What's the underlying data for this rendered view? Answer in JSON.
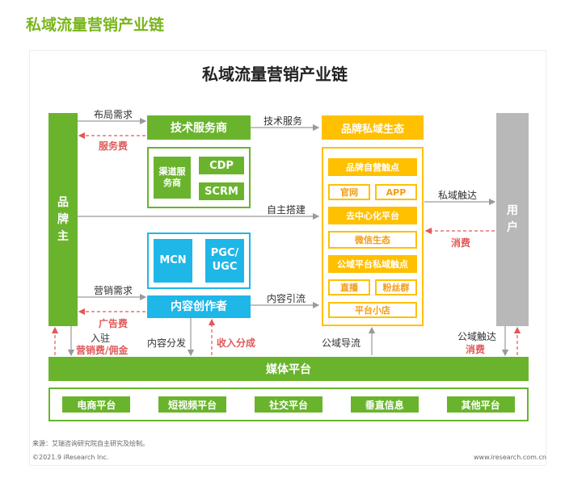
{
  "page_title": "私域流量营销产业链",
  "diagram_title": "私域流量营销产业链",
  "nodes": {
    "brand_owner": "品\n牌\n主",
    "user": "用\n户",
    "tech_service_provider": "技术服务商",
    "channel_service_provider": "渠道服\n务商",
    "cdp": "CDP",
    "scrm": "SCRM",
    "mcn": "MCN",
    "pgc_ugc": "PGC/\nUGC",
    "content_creator": "内容创作者",
    "brand_private_ecosystem": "品牌私域生态",
    "brand_own_touchpoint": "品牌自营触点",
    "official_site": "官网",
    "app": "APP",
    "decentralized_platform": "去中心化平台",
    "wechat_ecosystem": "微信生态",
    "public_platform_touchpoint": "公域平台私域触点",
    "live_stream": "直播",
    "fan_group": "粉丝群",
    "platform_shop": "平台小店",
    "media_platform": "媒体平台"
  },
  "media_platforms": [
    "电商平台",
    "短视频平台",
    "社交平台",
    "垂直信息",
    "其他平台"
  ],
  "edges": {
    "layout_demand": "布局需求",
    "service_fee": "服务费",
    "tech_service": "技术服务",
    "self_build": "自主搭建",
    "private_reach": "私域触达",
    "consumption": "消费",
    "marketing_demand": "营销需求",
    "ad_fee": "广告费",
    "content_traffic": "内容引流",
    "settle_in": "入驻",
    "marketing_commission": "营销费/佣金",
    "content_distribution": "内容分发",
    "revenue_share": "收入分成",
    "public_traffic": "公域导流",
    "public_reach": "公域触达",
    "consumption2": "消费"
  },
  "colors": {
    "green": "#6ab42d",
    "title_green": "#7ab51d",
    "cyan": "#1fb6e8",
    "yellow": "#ffc000",
    "gray": "#b8b8b8",
    "red": "#e05a5a"
  },
  "footer": {
    "source": "来源：艾瑞咨询研究院自主研究及绘制。",
    "copyright": "©2021.9 iResearch Inc.",
    "url": "www.iresearch.com.cn"
  }
}
